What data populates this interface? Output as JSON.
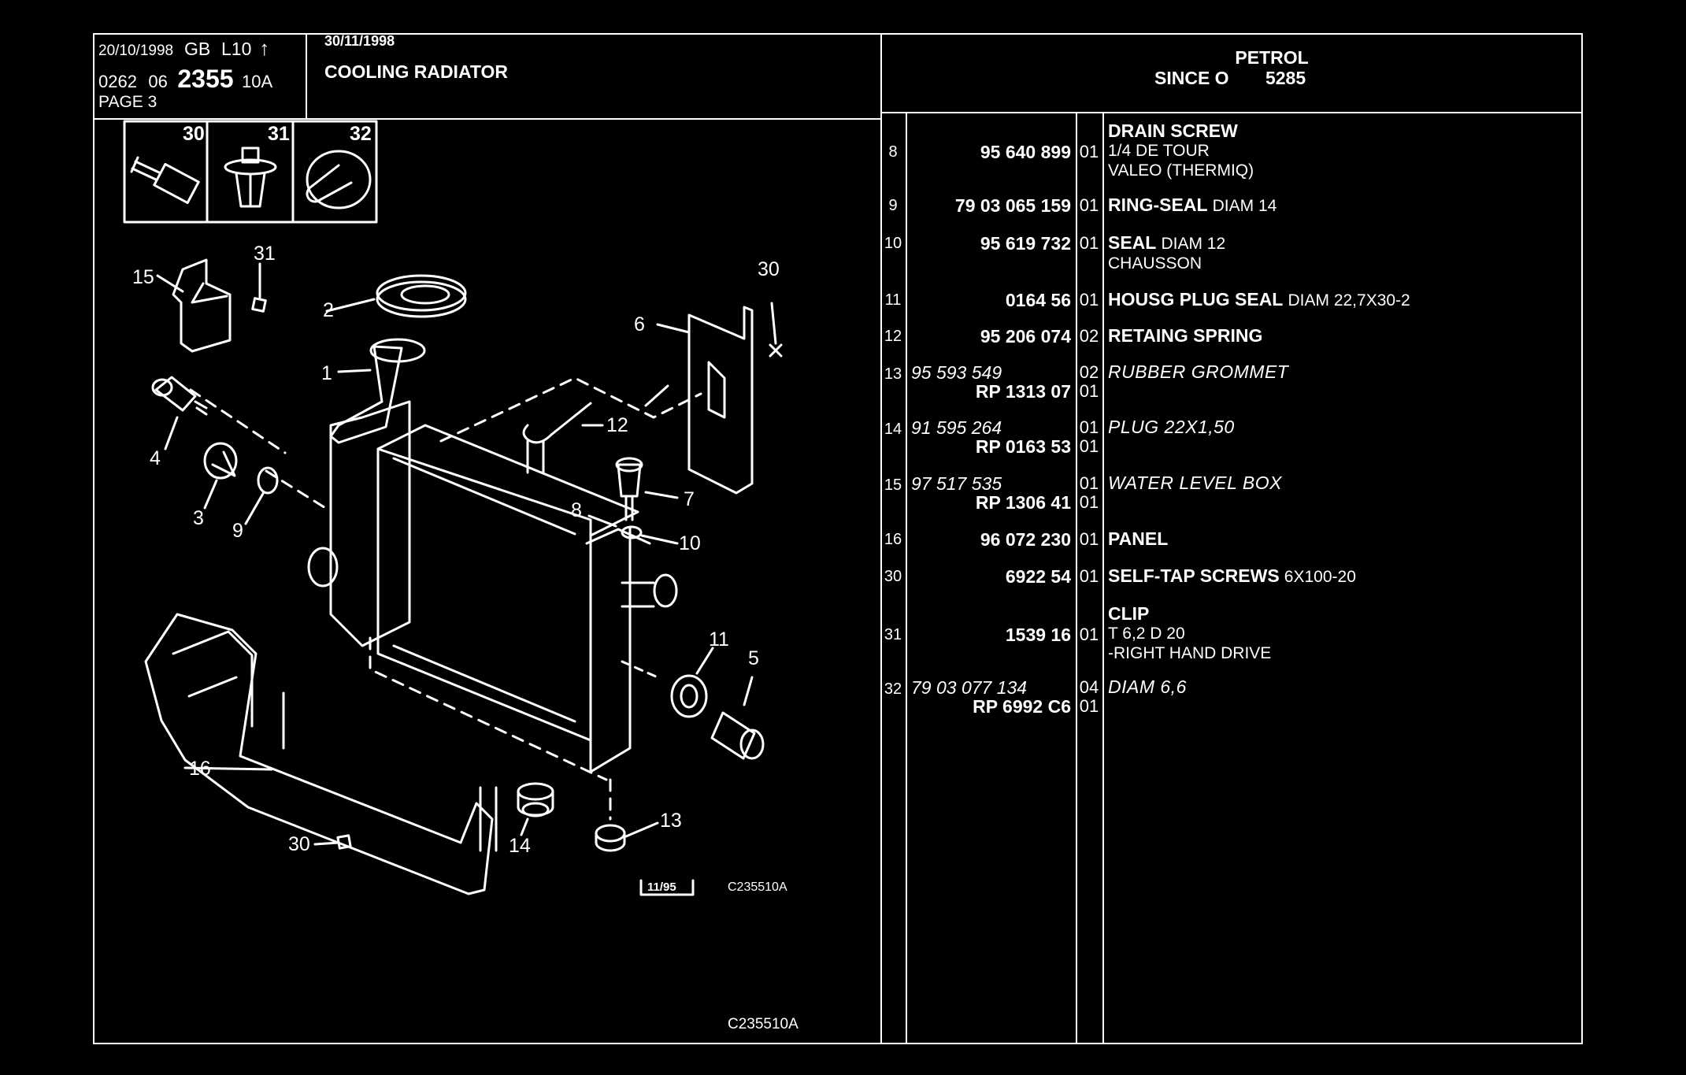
{
  "header": {
    "date1": "20/10/1998",
    "lang": "GB",
    "code": "L10",
    "arrow": "↑",
    "ref_a": "0262",
    "ref_b": "06",
    "ref_main": "2355",
    "ref_c": "10A",
    "page": "PAGE 3",
    "date2": "30/11/1998",
    "title": "COOLING RADIATOR",
    "engine": "PETROL",
    "since_label": "SINCE O",
    "since_value": "5285"
  },
  "insets": [
    {
      "label": "30",
      "icon": "screw-icon"
    },
    {
      "label": "31",
      "icon": "clip-icon"
    },
    {
      "label": "32",
      "icon": "grommet-icon"
    }
  ],
  "diagram": {
    "callouts": [
      "15",
      "31",
      "2",
      "30",
      "6",
      "1",
      "4",
      "12",
      "3",
      "9",
      "8",
      "7",
      "10",
      "11",
      "5",
      "16",
      "30",
      "14",
      "13"
    ],
    "date_box": "11/95",
    "code_small": "C235510A",
    "code_bottom": "C235510A"
  },
  "parts": [
    {
      "no": "8",
      "ref": "95 640 899",
      "ref_alt": "",
      "ref_rp": "",
      "qty": "01",
      "qty2": "",
      "title": "DRAIN SCREW",
      "title_detail": "",
      "lines": [
        "1/4 DE TOUR",
        "VALEO (THERMIQ)"
      ],
      "italic": false
    },
    {
      "no": "9",
      "ref": "79 03 065 159",
      "ref_alt": "",
      "ref_rp": "",
      "qty": "01",
      "qty2": "",
      "title": "RING-SEAL",
      "title_detail": "DIAM 14",
      "lines": [],
      "italic": false
    },
    {
      "no": "10",
      "ref": "95 619 732",
      "ref_alt": "",
      "ref_rp": "",
      "qty": "01",
      "qty2": "",
      "title": "SEAL",
      "title_detail": "DIAM 12",
      "lines": [
        "CHAUSSON"
      ],
      "italic": false
    },
    {
      "no": "11",
      "ref": "0164 56",
      "ref_alt": "",
      "ref_rp": "",
      "qty": "01",
      "qty2": "",
      "title": "HOUSG PLUG SEAL",
      "title_detail": "DIAM 22,7X30-2",
      "lines": [],
      "italic": false
    },
    {
      "no": "12",
      "ref": "95 206 074",
      "ref_alt": "",
      "ref_rp": "",
      "qty": "02",
      "qty2": "",
      "title": "RETAING SPRING",
      "title_detail": "",
      "lines": [],
      "italic": false
    },
    {
      "no": "13",
      "ref": "",
      "ref_alt": "95 593 549",
      "ref_rp": "RP  1313 07",
      "qty": "02",
      "qty2": "01",
      "title": "RUBBER GROMMET",
      "title_detail": "",
      "lines": [],
      "italic": true
    },
    {
      "no": "14",
      "ref": "",
      "ref_alt": "91 595 264",
      "ref_rp": "RP  0163 53",
      "qty": "01",
      "qty2": "01",
      "title": "PLUG 22X1,50",
      "title_detail": "",
      "lines": [],
      "italic": true
    },
    {
      "no": "15",
      "ref": "",
      "ref_alt": "97 517 535",
      "ref_rp": "RP  1306 41",
      "qty": "01",
      "qty2": "01",
      "title": "WATER LEVEL BOX",
      "title_detail": "",
      "lines": [],
      "italic": true
    },
    {
      "no": "16",
      "ref": "96 072 230",
      "ref_alt": "",
      "ref_rp": "",
      "qty": "01",
      "qty2": "",
      "title": "PANEL",
      "title_detail": "",
      "lines": [],
      "italic": false
    },
    {
      "no": "30",
      "ref": "6922 54",
      "ref_alt": "",
      "ref_rp": "",
      "qty": "01",
      "qty2": "",
      "title": "SELF-TAP SCREWS",
      "title_detail": "6X100-20",
      "lines": [],
      "italic": false
    },
    {
      "no": "31",
      "ref": "1539 16",
      "ref_alt": "",
      "ref_rp": "",
      "qty": "01",
      "qty2": "",
      "title": "CLIP",
      "title_detail": "",
      "lines": [
        "T 6,2 D 20",
        "-RIGHT HAND DRIVE"
      ],
      "italic": false
    },
    {
      "no": "32",
      "ref": "",
      "ref_alt": "79 03 077 134",
      "ref_rp": "RP  6992 C6",
      "qty": "04",
      "qty2": "01",
      "title": "DIAM 6,6",
      "title_detail": "",
      "lines": [],
      "italic": true
    }
  ]
}
